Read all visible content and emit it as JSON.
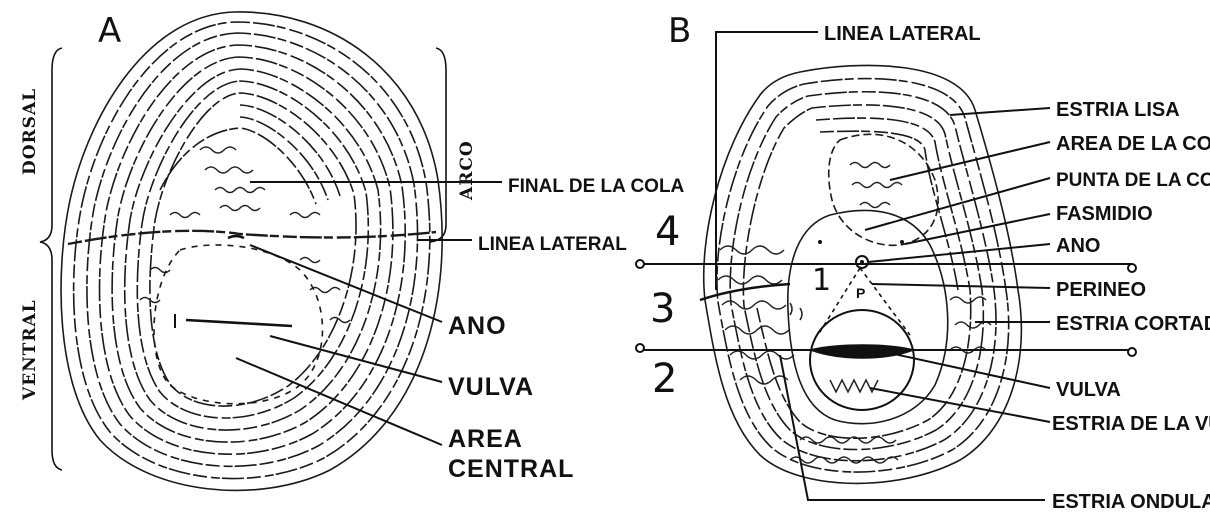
{
  "panel_a": {
    "letter": "A",
    "side_labels": {
      "dorsal": "DORSAL",
      "ventral": "VENTRAL",
      "arco": "ARCO"
    },
    "labels": {
      "final_de_la_cola": "FINAL DE LA COLA",
      "linea_lateral": "LINEA LATERAL",
      "ano": "ANO",
      "vulva": "VULVA",
      "area_line1": "AREA",
      "area_line2": "CENTRAL"
    }
  },
  "panel_b": {
    "letter": "B",
    "labels": {
      "linea_lateral": "LINEA LATERAL",
      "estria_lisa": "ESTRIA LISA",
      "area_de_la_cola": "AREA DE LA COLA",
      "punta_de_la_cola": "PUNTA DE LA COLA",
      "fasmidio": "FASMIDIO",
      "ano": "ANO",
      "perineo": "PERINEO",
      "estria_cortada": "ESTRIA CORTADA",
      "vulva": "VULVA",
      "estria_de_la_vulva": "ESTRIA DE LA VULVA",
      "estria_ondulada": "ESTRIA ONDULADA"
    },
    "numbers": {
      "n1": "1",
      "n2": "2",
      "n3": "3",
      "n4": "4"
    },
    "perineo_marker": "P"
  }
}
